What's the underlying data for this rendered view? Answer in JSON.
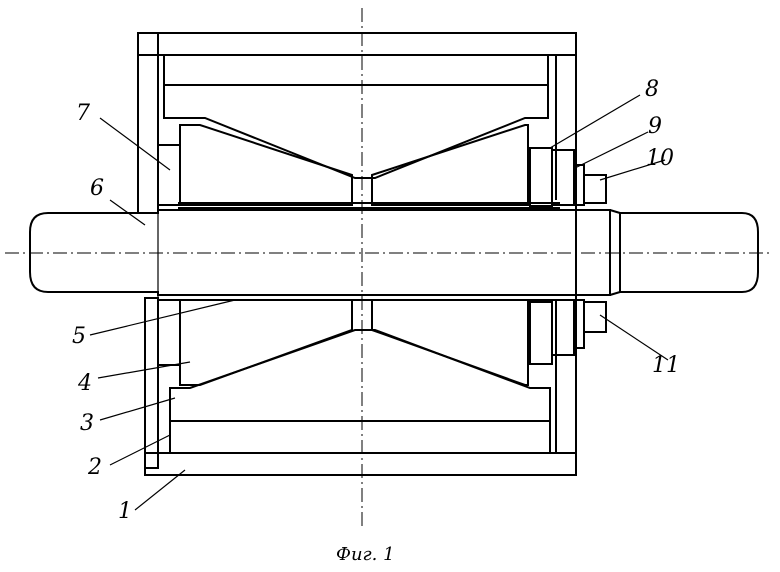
{
  "figure": {
    "caption": "Фиг. 1"
  },
  "labels": [
    {
      "id": "1",
      "text": "1"
    },
    {
      "id": "2",
      "text": "2"
    },
    {
      "id": "3",
      "text": "3"
    },
    {
      "id": "4",
      "text": "4"
    },
    {
      "id": "5",
      "text": "5"
    },
    {
      "id": "6",
      "text": "6"
    },
    {
      "id": "7",
      "text": "7"
    },
    {
      "id": "8",
      "text": "8"
    },
    {
      "id": "9",
      "text": "9"
    },
    {
      "id": "10",
      "text": "10"
    },
    {
      "id": "11",
      "text": "11"
    }
  ]
}
